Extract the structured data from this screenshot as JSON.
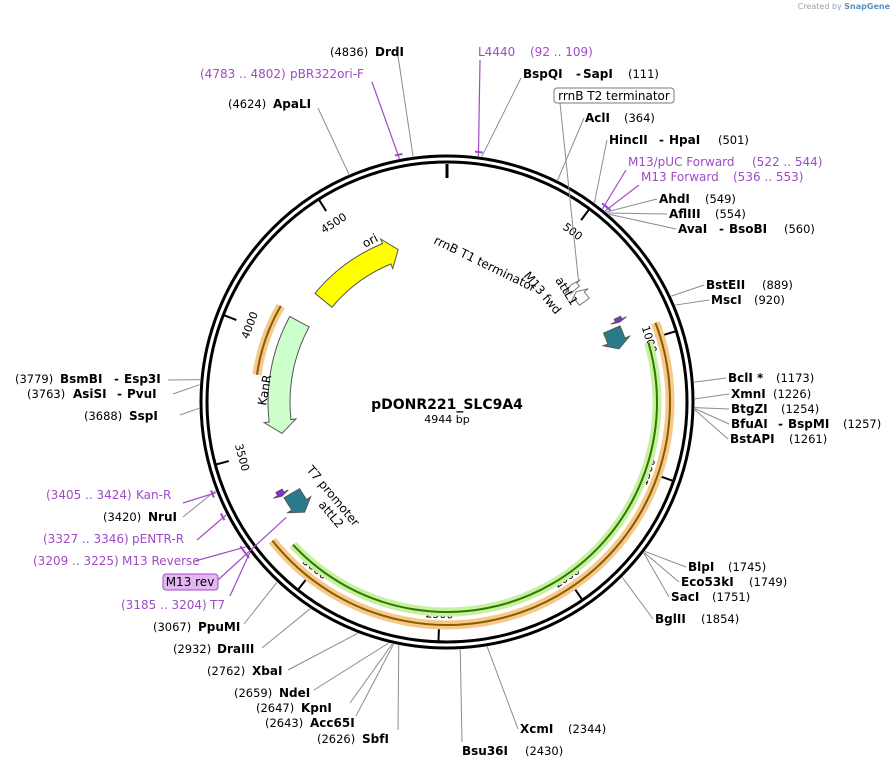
{
  "watermark": {
    "prefix": "Created by",
    "brand": "SnapGene"
  },
  "plasmid": {
    "name": "pDONR221_SLC9A4",
    "length_label": "4944 bp",
    "length": 4944
  },
  "ticks": [
    {
      "label": "500",
      "pos": 500
    },
    {
      "label": "1000",
      "pos": 1000
    },
    {
      "label": "1500",
      "pos": 1500
    },
    {
      "label": "2000",
      "pos": 2000
    },
    {
      "label": "2500",
      "pos": 2500
    },
    {
      "label": "3000",
      "pos": 3000
    },
    {
      "label": "3500",
      "pos": 3500
    },
    {
      "label": "4000",
      "pos": 4000
    },
    {
      "label": "4500",
      "pos": 4500
    }
  ],
  "features": [
    {
      "name": "ori",
      "start": 4250,
      "end": 4700,
      "color": "#ffff00",
      "dir": "cw"
    },
    {
      "name": "KanR",
      "start": 3560,
      "end": 4100,
      "color": "#ccffcc",
      "dir": "ccw"
    },
    {
      "name": "rrnB T1 terminator",
      "start": 680,
      "end": 740,
      "color": "#ffffff",
      "dir": "ccw"
    },
    {
      "name": "rrnB T2 terminator",
      "start": 640,
      "end": 670,
      "color": "#ffffff",
      "dir": "ccw"
    },
    {
      "name": "attL1",
      "start": 910,
      "end": 1000,
      "color": "#2b7a8c",
      "dir": "cw"
    },
    {
      "name": "attL2",
      "start": 3190,
      "end": 3290,
      "color": "#2b7a8c",
      "dir": "ccw"
    },
    {
      "name": "M13 fwd",
      "start": 875,
      "end": 895,
      "color": "#8a2be2",
      "dir": "cw"
    },
    {
      "name": "T7 promoter",
      "start": 3300,
      "end": 3325,
      "color": "#8a2be2",
      "dir": "ccw"
    }
  ],
  "orf_arcs": {
    "insert_start": 1010,
    "insert_end": 3180
  },
  "sites": [
    {
      "name": "DrdI",
      "pos": "(4836)"
    },
    {
      "name": "ApaLI",
      "pos": "(4624)"
    },
    {
      "name": "BspQI",
      "name2": "SapI",
      "pos": "(111)"
    },
    {
      "name": "AclI",
      "pos": "(364)"
    },
    {
      "name": "HincII",
      "name2": "HpaI",
      "pos": "(501)"
    },
    {
      "name": "AhdI",
      "pos": "(549)"
    },
    {
      "name": "AflIII",
      "pos": "(554)"
    },
    {
      "name": "AvaI",
      "name2": "BsoBI",
      "pos": "(560)"
    },
    {
      "name": "BstEII",
      "pos": "(889)"
    },
    {
      "name": "MscI",
      "pos": "(920)"
    },
    {
      "name": "BclI *",
      "pos": "(1173)"
    },
    {
      "name": "XmnI",
      "pos": "(1226)"
    },
    {
      "name": "BtgZI",
      "pos": "(1254)"
    },
    {
      "name": "BfuAI",
      "name2": "BspMI",
      "pos": "(1257)"
    },
    {
      "name": "BstAPI",
      "pos": "(1261)"
    },
    {
      "name": "BlpI",
      "pos": "(1745)"
    },
    {
      "name": "Eco53kI",
      "pos": "(1749)"
    },
    {
      "name": "SacI",
      "pos": "(1751)"
    },
    {
      "name": "BglII",
      "pos": "(1854)"
    },
    {
      "name": "XcmI",
      "pos": "(2344)"
    },
    {
      "name": "Bsu36I",
      "pos": "(2430)"
    },
    {
      "name": "SbfI",
      "pos": "(2626)"
    },
    {
      "name": "Acc65I",
      "pos": "(2643)"
    },
    {
      "name": "KpnI",
      "pos": "(2647)"
    },
    {
      "name": "NdeI",
      "pos": "(2659)"
    },
    {
      "name": "XbaI",
      "pos": "(2762)"
    },
    {
      "name": "DraIII",
      "pos": "(2932)"
    },
    {
      "name": "PpuMI",
      "pos": "(3067)"
    },
    {
      "name": "SspI",
      "pos": "(3688)"
    },
    {
      "name": "AsiSI",
      "name2": "PvuI",
      "pos": "(3763)"
    },
    {
      "name": "BsmBI",
      "name2": "Esp3I",
      "pos": "(3779)"
    },
    {
      "name": "NruI",
      "pos": "(3420)"
    }
  ],
  "primers": [
    {
      "name": "pBR322ori-F",
      "range": "(4783 .. 4802)"
    },
    {
      "name": "L4440",
      "range": "(92 .. 109)"
    },
    {
      "name": "M13/pUC Forward",
      "range": "(522 .. 544)"
    },
    {
      "name": "M13 Forward",
      "range": "(536 .. 553)"
    },
    {
      "name": "Kan-R",
      "range": "(3405 .. 3424)"
    },
    {
      "name": "pENTR-R",
      "range": "(3327 .. 3346)"
    },
    {
      "name": "M13 Reverse",
      "range": "(3209 .. 3225)"
    },
    {
      "name": "T7",
      "range": "(3185 .. 3204)"
    }
  ],
  "highlighted_primer": "M13 rev",
  "boxed_feature": "rrnB T2 terminator"
}
